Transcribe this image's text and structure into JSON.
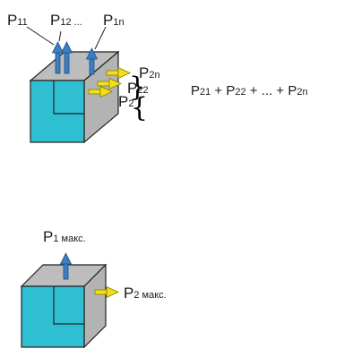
{
  "colors": {
    "cube_front": "#2ec0d2",
    "cube_top": "#bdbdbd",
    "cube_side": "#b3b3b3",
    "cube_edge": "#222222",
    "arrow_up": "#3a7fc4",
    "arrow_right": "#f0e014"
  },
  "top_figure": {
    "labels": [
      {
        "base": "P",
        "sub": "11"
      },
      {
        "base": "P",
        "sub": "12 ..."
      },
      {
        "base": "P",
        "sub": "1n"
      }
    ],
    "side_labels": [
      {
        "base": "P",
        "sub": "2n"
      },
      {
        "base": "P",
        "sub": "22"
      },
      {
        "base": "P",
        "sub": "2"
      }
    ],
    "formula": [
      {
        "base": "P",
        "sub": "21"
      },
      {
        "op": " + "
      },
      {
        "base": "P",
        "sub": "22"
      },
      {
        "op": " + ... + "
      },
      {
        "base": "P",
        "sub": "2n"
      }
    ]
  },
  "bottom_figure": {
    "top_label": {
      "base": "P",
      "sub": "1 макс."
    },
    "side_label": {
      "base": "P",
      "sub": "2 макс."
    }
  }
}
